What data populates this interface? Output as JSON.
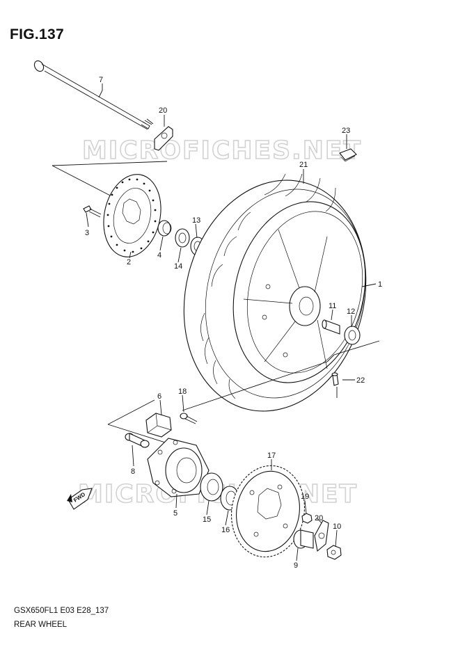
{
  "title": "FIG.137",
  "footer": {
    "code": "GSX650FL1 E03 E28_137",
    "name": "REAR WHEEL"
  },
  "watermark": "MICROFICHES.NET",
  "fwd_label": "FWD",
  "callouts": [
    {
      "id": "1",
      "label": "1"
    },
    {
      "id": "2",
      "label": "2"
    },
    {
      "id": "3",
      "label": "3"
    },
    {
      "id": "4",
      "label": "4"
    },
    {
      "id": "5",
      "label": "5"
    },
    {
      "id": "6",
      "label": "6"
    },
    {
      "id": "7",
      "label": "7"
    },
    {
      "id": "8",
      "label": "8"
    },
    {
      "id": "9",
      "label": "9"
    },
    {
      "id": "10",
      "label": "10"
    },
    {
      "id": "11",
      "label": "11"
    },
    {
      "id": "12",
      "label": "12"
    },
    {
      "id": "13",
      "label": "13"
    },
    {
      "id": "14",
      "label": "14"
    },
    {
      "id": "15",
      "label": "15"
    },
    {
      "id": "16",
      "label": "16"
    },
    {
      "id": "17",
      "label": "17"
    },
    {
      "id": "18",
      "label": "18"
    },
    {
      "id": "19",
      "label": "19"
    },
    {
      "id": "20a",
      "label": "20"
    },
    {
      "id": "20b",
      "label": "20"
    },
    {
      "id": "21",
      "label": "21"
    },
    {
      "id": "22",
      "label": "22"
    },
    {
      "id": "23",
      "label": "23"
    }
  ],
  "colors": {
    "line": "#111111",
    "watermark": "#d2d2d2",
    "background": "#ffffff"
  }
}
